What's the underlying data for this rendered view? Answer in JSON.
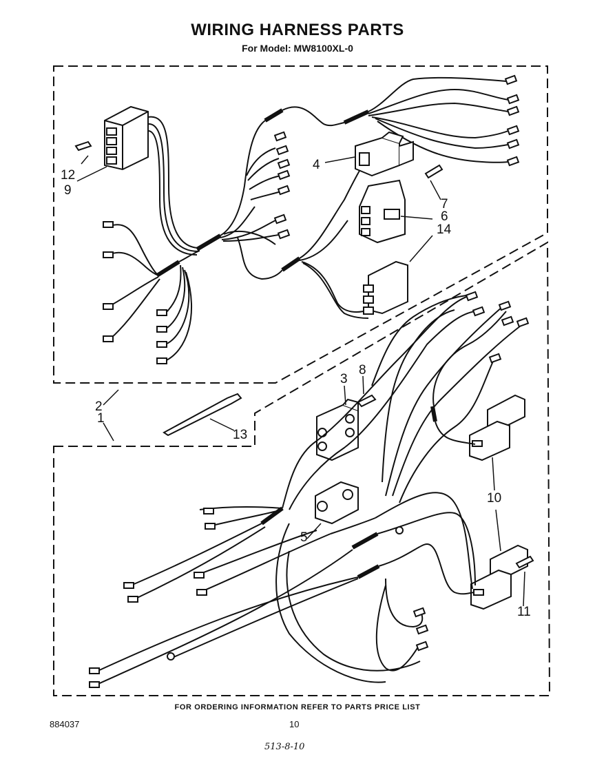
{
  "header": {
    "title": "WIRING HARNESS PARTS",
    "subtitle": "For Model: MW8100XL-0"
  },
  "callouts": {
    "c12": "12",
    "c9": "9",
    "c4": "4",
    "c7": "7",
    "c6": "6",
    "c14": "14",
    "c2": "2",
    "c1": "1",
    "c13": "13",
    "c3": "3",
    "c8": "8",
    "c10": "10",
    "c5": "5",
    "c11": "11"
  },
  "footer": {
    "ordering_note": "FOR ORDERING INFORMATION REFER TO PARTS PRICE LIST",
    "document_number": "884037",
    "page_number": "10",
    "handwritten_mark": "513-8-10"
  }
}
